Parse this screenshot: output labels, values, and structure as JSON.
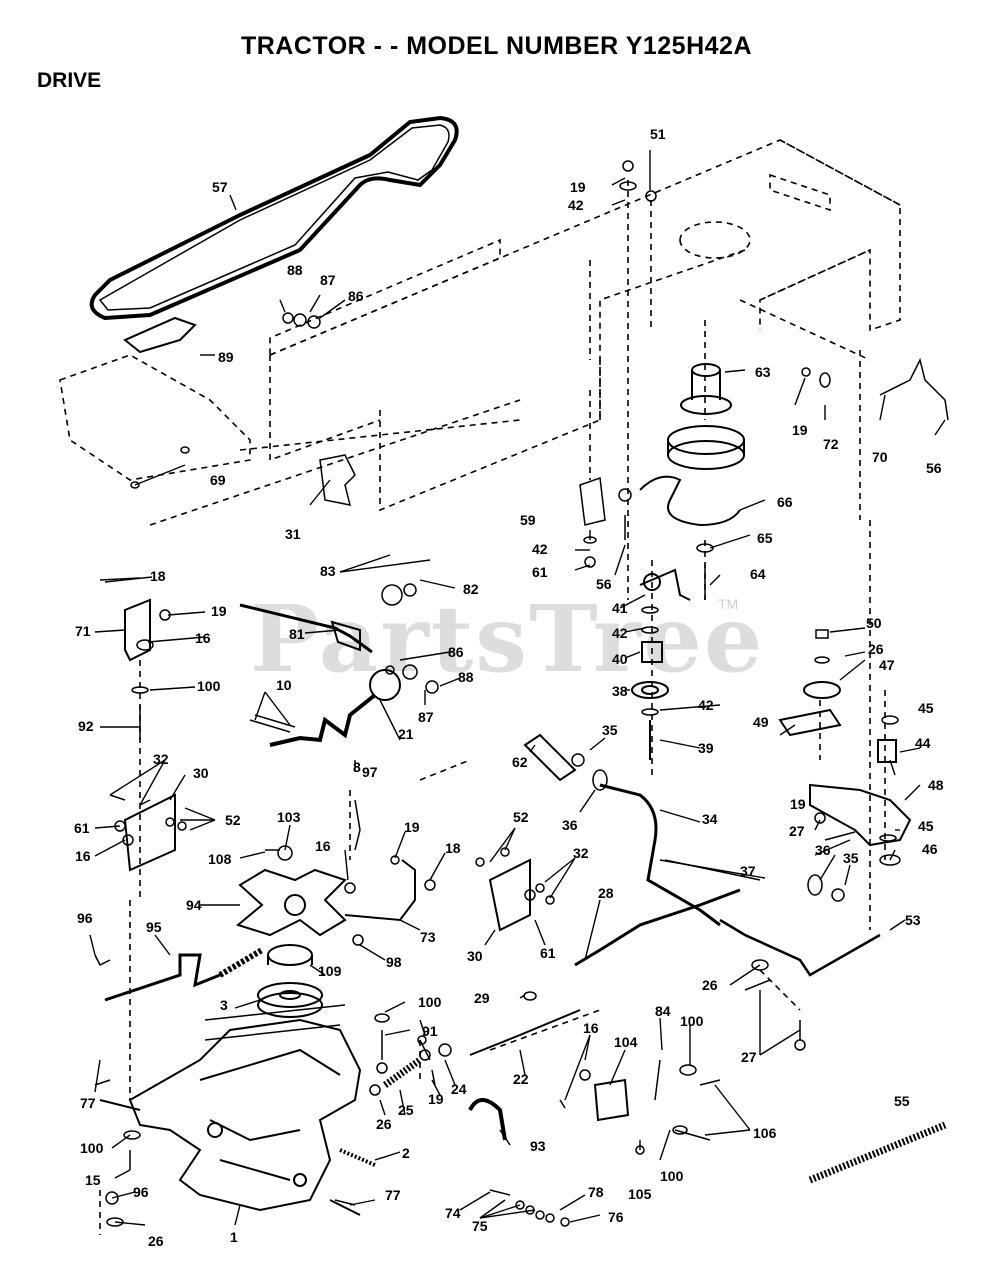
{
  "header": {
    "title": "TRACTOR - - MODEL NUMBER Y125H42A",
    "section": "DRIVE"
  },
  "watermark": {
    "text": "PartsTree",
    "trademark": "TM"
  },
  "callouts": [
    "1",
    "2",
    "3",
    "8",
    "10",
    "15",
    "16",
    "18",
    "19",
    "21",
    "22",
    "24",
    "25",
    "26",
    "27",
    "28",
    "29",
    "30",
    "31",
    "32",
    "34",
    "35",
    "36",
    "37",
    "38",
    "39",
    "40",
    "41",
    "42",
    "44",
    "45",
    "46",
    "47",
    "48",
    "49",
    "50",
    "51",
    "52",
    "53",
    "55",
    "56",
    "57",
    "59",
    "61",
    "62",
    "63",
    "64",
    "65",
    "66",
    "69",
    "70",
    "71",
    "72",
    "73",
    "74",
    "75",
    "76",
    "77",
    "78",
    "81",
    "82",
    "83",
    "84",
    "86",
    "87",
    "88",
    "89",
    "91",
    "92",
    "93",
    "94",
    "95",
    "96",
    "97",
    "98",
    "100",
    "103",
    "104",
    "105",
    "106",
    "108",
    "109"
  ]
}
